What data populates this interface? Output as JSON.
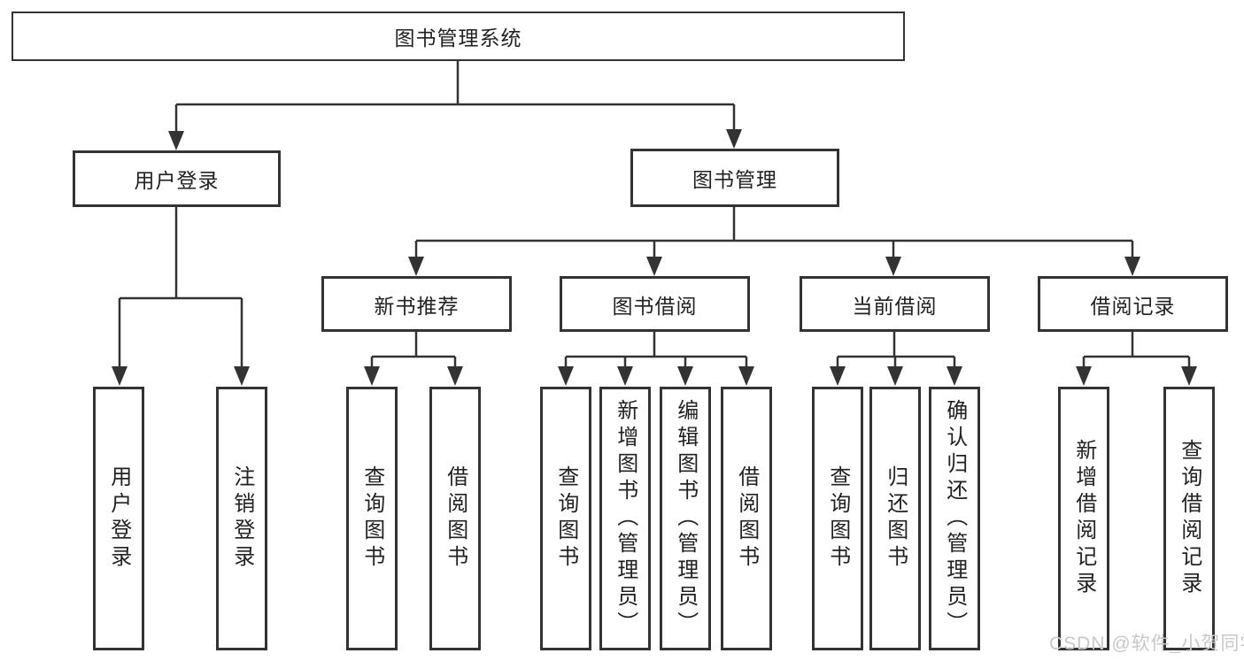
{
  "nodes": {
    "root": {
      "label": "图书管理系统"
    },
    "level2": [
      {
        "label": "用户登录"
      },
      {
        "label": "图书管理"
      }
    ],
    "level3": [
      {
        "label": "新书推荐",
        "parent": "图书管理"
      },
      {
        "label": "图书借阅",
        "parent": "图书管理"
      },
      {
        "label": "当前借阅",
        "parent": "图书管理"
      },
      {
        "label": "借阅记录",
        "parent": "图书管理"
      }
    ],
    "leaves": [
      {
        "label": "用户登录",
        "parent": "用户登录"
      },
      {
        "label": "注销登录",
        "parent": "用户登录"
      },
      {
        "label": "查询图书",
        "parent": "新书推荐"
      },
      {
        "label": "借阅图书",
        "parent": "新书推荐"
      },
      {
        "label": "查询图书",
        "parent": "图书借阅"
      },
      {
        "label": "新增图书（管理员）",
        "parent": "图书借阅"
      },
      {
        "label": "编辑图书（管理员）",
        "parent": "图书借阅"
      },
      {
        "label": "借阅图书",
        "parent": "图书借阅"
      },
      {
        "label": "查询图书",
        "parent": "当前借阅"
      },
      {
        "label": "归还图书",
        "parent": "当前借阅"
      },
      {
        "label": "确认归还（管理员）",
        "parent": "当前借阅"
      },
      {
        "label": "新增借阅记录",
        "parent": "借阅记录"
      },
      {
        "label": "查询借阅记录",
        "parent": "借阅记录"
      }
    ]
  },
  "watermark": {
    "text": "CSDN @软件_小贺同学"
  },
  "colors": {
    "border": "#333333",
    "line": "#333333",
    "text": "#222222",
    "background": "#ffffff",
    "watermark": "#c8c8c8"
  }
}
